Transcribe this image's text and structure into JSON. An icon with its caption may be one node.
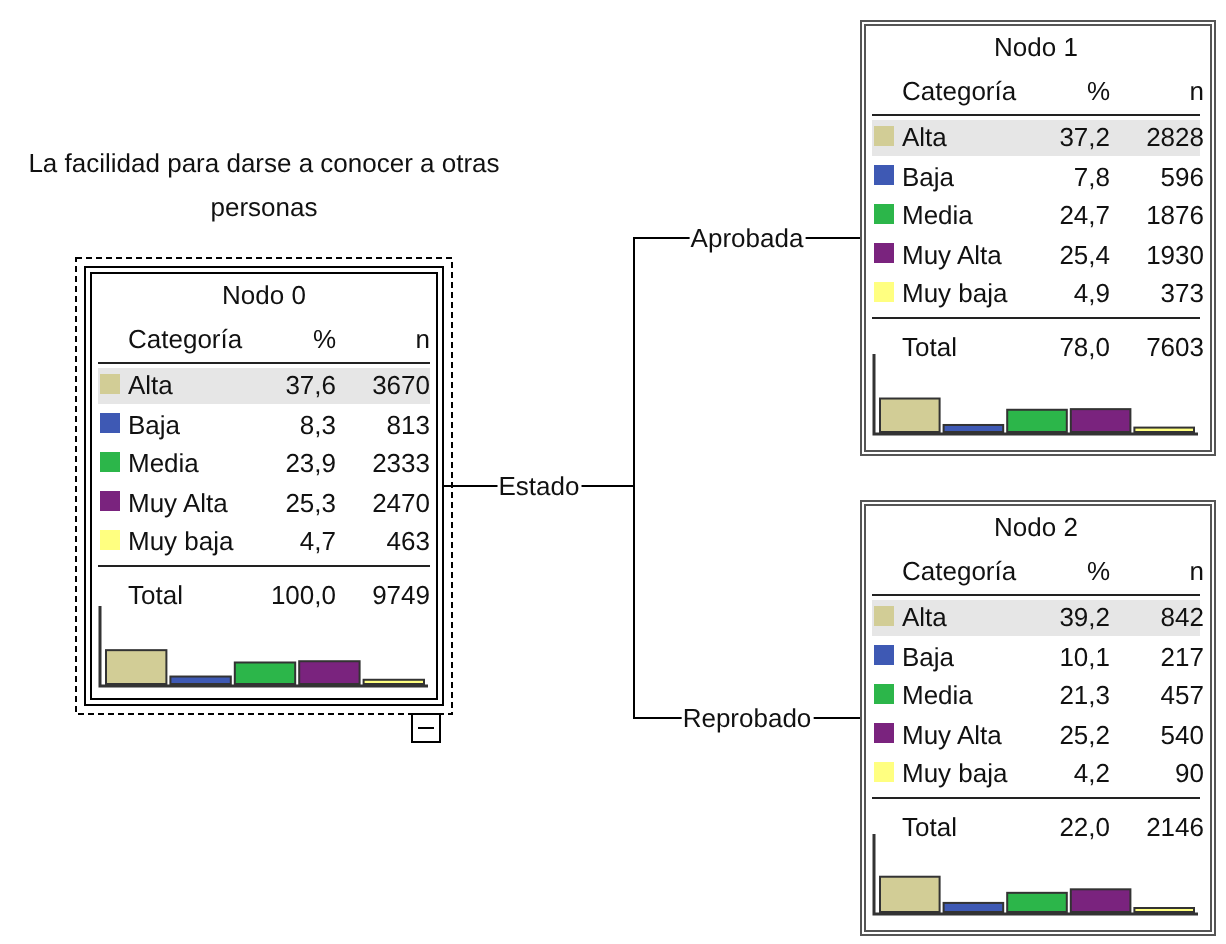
{
  "diagram": {
    "nodes": [
      {
        "text": [
          "Nodo 0",
          "Categoría",
          "%",
          "n",
          "Alta",
          "37,6",
          "3670",
          "Baja",
          "8,3",
          "813",
          "Media",
          "23,9",
          "2333",
          "Muy Alta",
          "25,3",
          "2470",
          "Muy baja",
          "4,7",
          "463",
          "Total",
          "100,0",
          "9749"
        ],
        "beside": [
          "La facilidad para darse a conocer a otras personas"
        ]
      },
      {
        "text": [
          "Nodo 1",
          "Categoría",
          "%",
          "n",
          "Alta",
          "37,2",
          "2828",
          "Baja",
          "7,8",
          "596",
          "Media",
          "24,7",
          "1876",
          "Muy Alta",
          "25,4",
          "1930",
          "Muy baja",
          "4,9",
          "373",
          "Total",
          "78,0",
          "7603"
        ]
      },
      {
        "text": [
          "Nodo 2",
          "Categoría",
          "%",
          "n",
          "Alta",
          "39,2",
          "842",
          "Baja",
          "10,1",
          "217",
          "Media",
          "21,3",
          "457",
          "Muy Alta",
          "25,2",
          "540",
          "Muy baja",
          "4,2",
          "90",
          "Total",
          "22,0",
          "2146"
        ]
      }
    ],
    "edges": [
      {
        "from": 0,
        "to": 1,
        "arrow": "none",
        "label": "Aprobada"
      },
      {
        "from": 0,
        "to": 2,
        "arrow": "none",
        "label": "Reprobado"
      }
    ],
    "labels": [
      "Estado"
    ]
  }
}
